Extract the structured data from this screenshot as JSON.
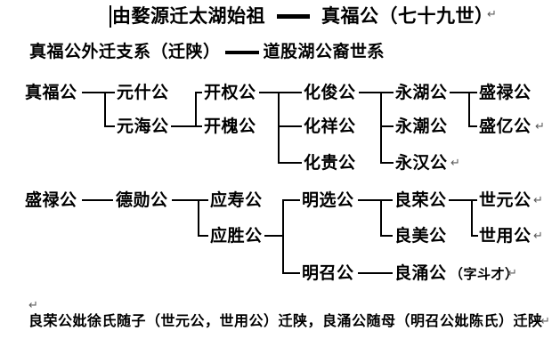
{
  "document": {
    "title_left": "由婺源迁太湖始祖",
    "title_right": "真福公（七十九世）",
    "subtitle_left": "真福公外迁支系（迁陕）",
    "subtitle_right": "道股湖公裔世系",
    "footer": "良荣公妣徐氏随子（世元公，世用公）迁陕，良涌公随母（明召公妣陈氏）迁陕",
    "paragraph_mark": "↵",
    "colors": {
      "ink": "#000000",
      "page": "#ffffff",
      "mark_gray": "#595959"
    }
  },
  "tree": {
    "nodes": {
      "zhenfu": "真福公",
      "yuanshi": "元什公",
      "yuanhai": "元海公",
      "kaiquan": "开权公",
      "kaihuai": "开槐公",
      "huajun": "化俊公",
      "huaxiang": "化祥公",
      "huagui": "化贵公",
      "yonghu": "永湖公",
      "yongchao": "永潮公",
      "yonghan": "永汉公",
      "shenglu": "盛禄公",
      "shengyi": "盛亿公",
      "dexun": "德勋公",
      "yingshou": "应寿公",
      "yingsheng": "应胜公",
      "mingxuan": "明选公",
      "mingzhao": "明召公",
      "liangrong": "良荣公",
      "liangmei": "良美公",
      "liangyong": "良涌公",
      "liangyong_note": "（字斗才）",
      "shiyuan": "世元公",
      "shiyong": "世用公"
    }
  }
}
